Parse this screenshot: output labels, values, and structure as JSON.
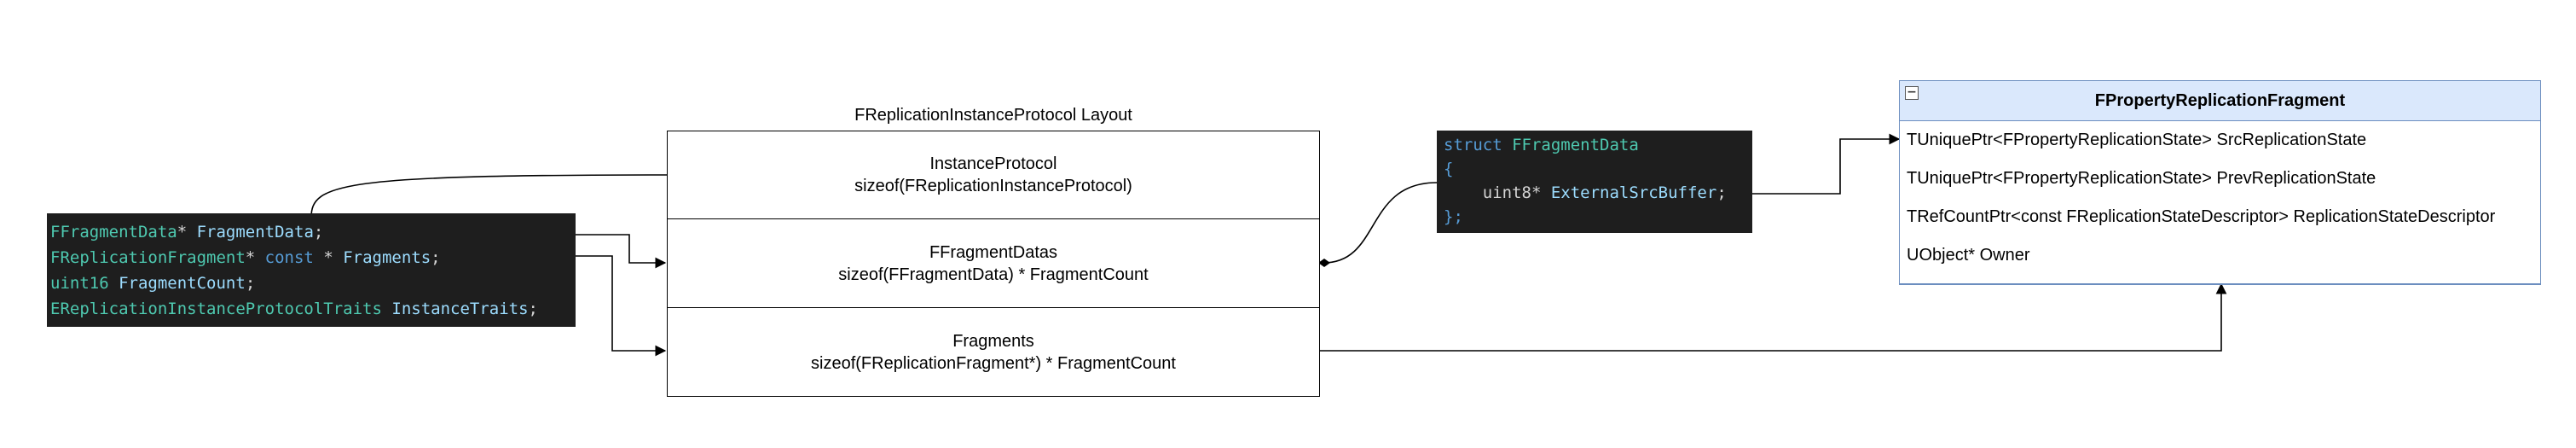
{
  "left_code": {
    "lines": [
      [
        {
          "t": "FFragmentData",
          "c": "type"
        },
        {
          "t": "* ",
          "c": "punc"
        },
        {
          "t": "FragmentData",
          "c": "var"
        },
        {
          "t": ";",
          "c": "punc"
        }
      ],
      [
        {
          "t": "FReplicationFragment",
          "c": "type"
        },
        {
          "t": "* ",
          "c": "punc"
        },
        {
          "t": "const",
          "c": "kw"
        },
        {
          "t": " * ",
          "c": "punc"
        },
        {
          "t": "Fragments",
          "c": "var"
        },
        {
          "t": ";",
          "c": "punc"
        }
      ],
      [
        {
          "t": "uint16",
          "c": "type"
        },
        {
          "t": " ",
          "c": "punc"
        },
        {
          "t": "FragmentCount",
          "c": "var"
        },
        {
          "t": ";",
          "c": "punc"
        }
      ],
      [
        {
          "t": "EReplicationInstanceProtocolTraits",
          "c": "type"
        },
        {
          "t": " ",
          "c": "punc"
        },
        {
          "t": "InstanceTraits",
          "c": "var"
        },
        {
          "t": ";",
          "c": "punc"
        }
      ]
    ]
  },
  "layout": {
    "title": "FReplicationInstanceProtocol Layout",
    "cells": [
      {
        "name": "InstanceProtocol",
        "size": "sizeof(FReplicationInstanceProtocol)"
      },
      {
        "name": "FFragmentDatas",
        "size": "sizeof(FFragmentData) * FragmentCount"
      },
      {
        "name": "Fragments",
        "size": "sizeof(FReplicationFragment*) * FragmentCount"
      }
    ]
  },
  "struct_code": {
    "lines": [
      [
        {
          "t": "struct",
          "c": "kw"
        },
        {
          "t": " ",
          "c": "punc"
        },
        {
          "t": "FFragmentData",
          "c": "type"
        }
      ],
      [
        {
          "t": "{",
          "c": "kw"
        }
      ],
      [
        {
          "t": "    uint8* ",
          "c": "punc"
        },
        {
          "t": "ExternalSrcBuffer",
          "c": "var"
        },
        {
          "t": ";",
          "c": "punc"
        }
      ],
      [
        {
          "t": "};",
          "c": "kw"
        }
      ]
    ]
  },
  "class_box": {
    "collapse_symbol": "−",
    "title": "FPropertyReplicationFragment",
    "fields": [
      "TUniquePtr<FPropertyReplicationState> SrcReplicationState",
      "TUniquePtr<FPropertyReplicationState> PrevReplicationState",
      "TRefCountPtr<const FReplicationStateDescriptor> ReplicationStateDescriptor",
      "UObject* Owner"
    ]
  },
  "colors": {
    "code_bg": "#1e1e1e",
    "type": "#4ec9b0",
    "var": "#9cdcfe",
    "keyword": "#569cd6",
    "class_header": "#dae8fc",
    "class_border": "#6c8ebf"
  }
}
